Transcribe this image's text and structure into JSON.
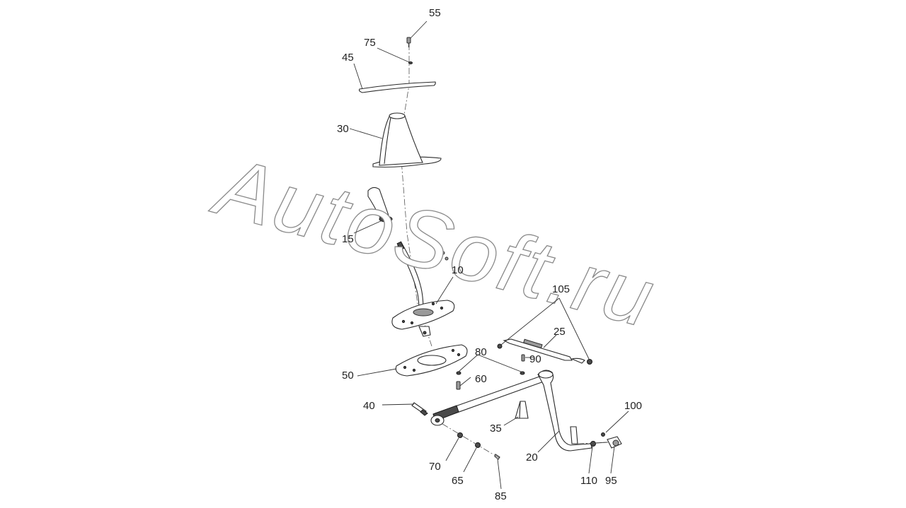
{
  "watermark": {
    "text": "AutoSoft.ru"
  },
  "callouts": {
    "c55": "55",
    "c75": "75",
    "c45": "45",
    "c30": "30",
    "c15": "15",
    "c10": "10",
    "c105": "105",
    "c25": "25",
    "c80": "80",
    "c90": "90",
    "c60": "60",
    "c50": "50",
    "c40": "40",
    "c35": "35",
    "c20": "20",
    "c100": "100",
    "c70": "70",
    "c65": "65",
    "c85": "85",
    "c110": "110",
    "c95": "95"
  },
  "colors": {
    "line": "#2a2a2a",
    "watermark_outline": "#8a8a8a",
    "background": "#ffffff"
  }
}
